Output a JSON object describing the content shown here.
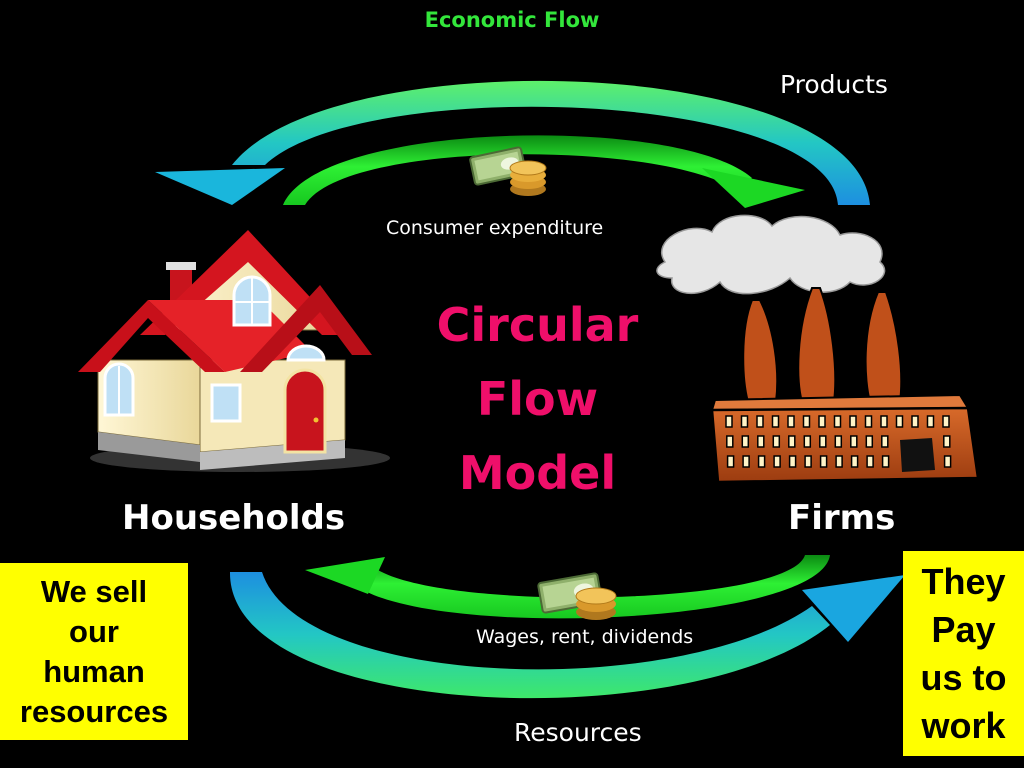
{
  "header": {
    "title": "Economic Flow"
  },
  "center": {
    "title_lines": [
      "Circular",
      "Flow",
      "Model"
    ]
  },
  "nodes": {
    "households": {
      "label": "Households",
      "icon": "house-icon"
    },
    "firms": {
      "label": "Firms",
      "icon": "factory-icon"
    }
  },
  "flows": {
    "products": "Products",
    "consumer_expenditure": "Consumer expenditure",
    "wages": "Wages, rent, dividends",
    "resources": "Resources"
  },
  "notes": {
    "left_lines": [
      "We sell",
      "our",
      "human",
      "resources"
    ],
    "right_lines": [
      "They",
      "Pay",
      "us to",
      "work"
    ]
  },
  "colors": {
    "background": "#000000",
    "title_green": "#33e63b",
    "center_title": "#ef0f6a",
    "note_yellow": "#ffff00",
    "outer_arrow_blue": "#1aa0d6",
    "inner_arrow_green": "#1ee62a",
    "house_roof": "#d4151f",
    "factory_brick": "#c0521a"
  }
}
